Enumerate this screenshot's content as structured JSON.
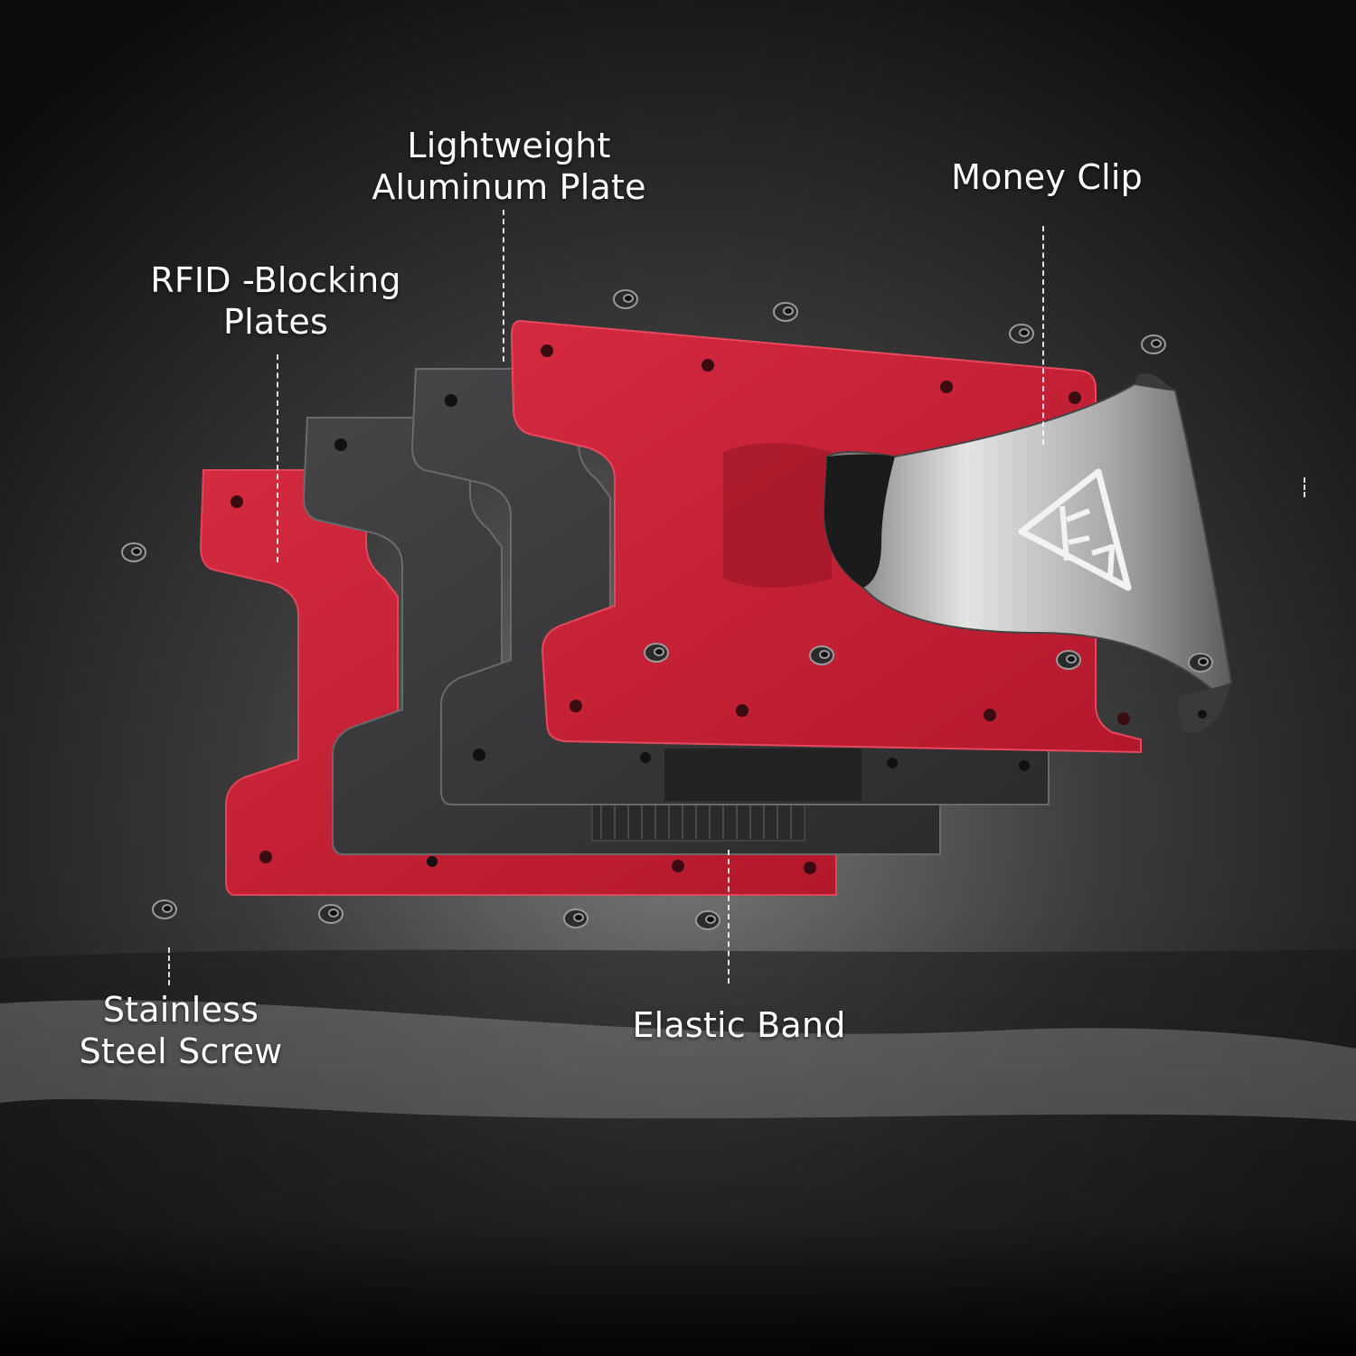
{
  "labels": {
    "aluminum": {
      "line1": "Lightweight",
      "line2": "Aluminum Plate"
    },
    "money_clip": {
      "line1": "Money Clip"
    },
    "rfid": {
      "line1": "RFID -Blocking",
      "line2": "Plates"
    },
    "screw": {
      "line1": "Stainless",
      "line2": "Steel Screw"
    },
    "band": {
      "line1": "Elastic Band"
    }
  },
  "colors": {
    "plate_red": "#c41f35",
    "plate_red_dark": "#a01426",
    "plate_black": "#3a3a3c",
    "clip_steel": "#b8b8b8",
    "text": "#ffffff"
  },
  "icons": {
    "logo": "fr-triangle-logo",
    "screw": "screw-icon"
  }
}
